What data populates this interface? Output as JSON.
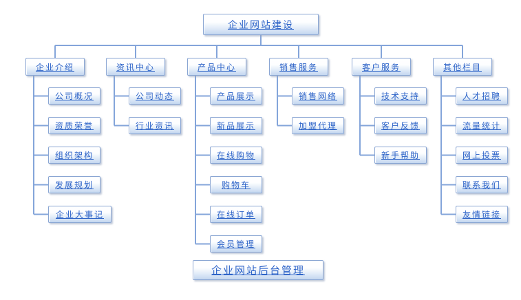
{
  "diagram": {
    "root": {
      "label": "企业网站建设"
    },
    "footer": {
      "label": "企业网站后台管理"
    },
    "columns": [
      {
        "title": "企业介绍",
        "children": [
          "公司概况",
          "资质荣誉",
          "组织架构",
          "发展规划",
          "企业大事记"
        ]
      },
      {
        "title": "资讯中心",
        "children": [
          "公司动态",
          "行业资讯"
        ]
      },
      {
        "title": "产品中心",
        "children": [
          "产品展示",
          "新品展示",
          "在线购物",
          "购物车",
          "在线订单",
          "会员管理"
        ]
      },
      {
        "title": "销售服务",
        "children": [
          "销售网络",
          "加盟代理"
        ]
      },
      {
        "title": "客户服务",
        "children": [
          "技术支持",
          "客户反馈",
          "新手帮助"
        ]
      },
      {
        "title": "其他栏目",
        "children": [
          "人才招聘",
          "流量统计",
          "网上投票",
          "联系我们",
          "友情链接"
        ]
      }
    ],
    "colors": {
      "background": "#ffffff",
      "box_border": "#8aa6d3",
      "box_text": "#2e64c8",
      "box_gradient_top": "#ffffff",
      "box_gradient_bottom": "#c3d6f0",
      "box_shadow": "#96a5be",
      "connector": "#84a5da"
    }
  }
}
